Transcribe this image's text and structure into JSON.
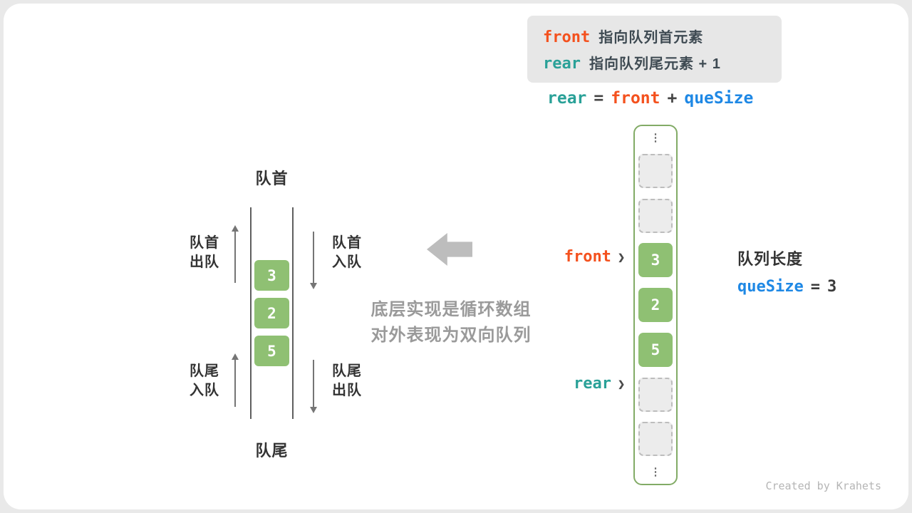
{
  "annotation_box": {
    "front_code": "front",
    "front_desc": "指向队列首元素",
    "rear_code": "rear",
    "rear_desc": "指向队列尾元素 + 1"
  },
  "formula": {
    "lhs": "rear",
    "equals": "=",
    "front": "front",
    "plus": "+",
    "quesize": "queSize"
  },
  "vertical_deque": {
    "head_label": "队首",
    "tail_label": "队尾",
    "values": [
      "3",
      "2",
      "5"
    ],
    "head_dequeue_line1": "队首",
    "head_dequeue_line2": "出队",
    "head_enqueue_line1": "队首",
    "head_enqueue_line2": "入队",
    "tail_enqueue_line1": "队尾",
    "tail_enqueue_line2": "入队",
    "tail_dequeue_line1": "队尾",
    "tail_dequeue_line2": "出队"
  },
  "caption": {
    "line1": "底层实现是循环数组",
    "line2": "对外表现为双向队列"
  },
  "array": {
    "ellipsis": "⋮",
    "cells": [
      {
        "value": "",
        "filled": false
      },
      {
        "value": "",
        "filled": false
      },
      {
        "value": "3",
        "filled": true
      },
      {
        "value": "2",
        "filled": true
      },
      {
        "value": "5",
        "filled": true
      },
      {
        "value": "",
        "filled": false
      },
      {
        "value": "",
        "filled": false
      }
    ],
    "front_pointer": "front",
    "rear_pointer": "rear",
    "pointer_arrow": "❯"
  },
  "length_note": {
    "title": "队列长度",
    "code": "queSize",
    "equals": "=",
    "value": "3"
  },
  "colors": {
    "front_orange": "#f4511e",
    "rear_teal": "#2aa198",
    "quesize_blue": "#1e88e5",
    "cell_green": "#8fc073"
  },
  "credit": "Created by Krahets"
}
